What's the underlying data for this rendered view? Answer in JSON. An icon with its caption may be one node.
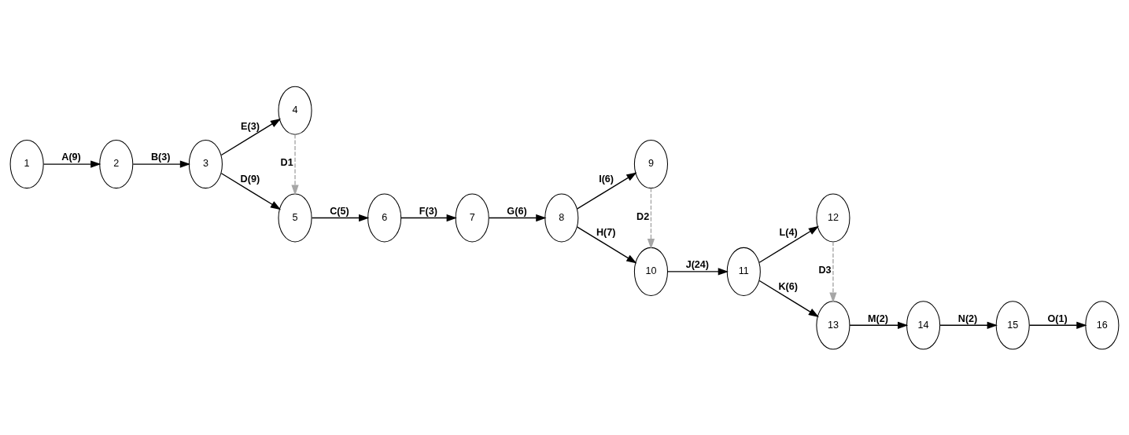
{
  "diagram": {
    "nodes": [
      {
        "text": [
          "1"
        ]
      },
      {
        "text": [
          "2"
        ]
      },
      {
        "text": [
          "3"
        ]
      },
      {
        "text": [
          "4"
        ]
      },
      {
        "text": [
          "5"
        ]
      },
      {
        "text": [
          "6"
        ]
      },
      {
        "text": [
          "7"
        ]
      },
      {
        "text": [
          "8"
        ]
      },
      {
        "text": [
          "9"
        ]
      },
      {
        "text": [
          "10"
        ]
      },
      {
        "text": [
          "11"
        ]
      },
      {
        "text": [
          "12"
        ]
      },
      {
        "text": [
          "13"
        ]
      },
      {
        "text": [
          "14"
        ]
      },
      {
        "text": [
          "15"
        ]
      },
      {
        "text": [
          "16"
        ]
      }
    ],
    "edges": [
      {
        "from": 0,
        "to": 1,
        "arrow": "to",
        "label": "A(9)"
      },
      {
        "from": 1,
        "to": 2,
        "arrow": "to",
        "label": "B(3)"
      },
      {
        "from": 2,
        "to": 3,
        "arrow": "to",
        "label": "E(3)"
      },
      {
        "from": 2,
        "to": 4,
        "arrow": "to",
        "label": "D(9)"
      },
      {
        "from": 3,
        "to": 4,
        "arrow": "to",
        "label": "D1",
        "style": "dashed",
        "color": "#a6a6a6"
      },
      {
        "from": 4,
        "to": 5,
        "arrow": "to",
        "label": "C(5)"
      },
      {
        "from": 5,
        "to": 6,
        "arrow": "to",
        "label": "F(3)"
      },
      {
        "from": 6,
        "to": 7,
        "arrow": "to",
        "label": "G(6)"
      },
      {
        "from": 7,
        "to": 8,
        "arrow": "to",
        "label": "I(6)"
      },
      {
        "from": 7,
        "to": 9,
        "arrow": "to",
        "label": "H(7)"
      },
      {
        "from": 8,
        "to": 9,
        "arrow": "to",
        "label": "D2",
        "style": "dashed",
        "color": "#a6a6a6"
      },
      {
        "from": 9,
        "to": 10,
        "arrow": "to",
        "label": "J(24)"
      },
      {
        "from": 10,
        "to": 11,
        "arrow": "to",
        "label": "L(4)"
      },
      {
        "from": 10,
        "to": 12,
        "arrow": "to",
        "label": "K(6)"
      },
      {
        "from": 11,
        "to": 12,
        "arrow": "to",
        "label": "D3",
        "style": "dashed",
        "color": "#a6a6a6"
      },
      {
        "from": 12,
        "to": 13,
        "arrow": "to",
        "label": "M(2)"
      },
      {
        "from": 13,
        "to": 14,
        "arrow": "to",
        "label": "N(2)"
      },
      {
        "from": 14,
        "to": 15,
        "arrow": "to",
        "label": "O(1)"
      }
    ]
  }
}
